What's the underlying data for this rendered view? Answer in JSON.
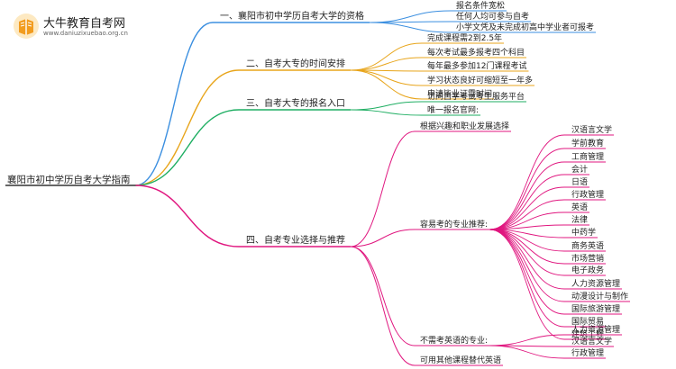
{
  "logo": {
    "title": "大牛教育自考网",
    "url": "www.daniuzixuebao.org.cn"
  },
  "colors": {
    "root_line": "#333333",
    "branch1": "#3b8fe0",
    "branch2": "#e8a51b",
    "branch3": "#1eae62",
    "branch4": "#e0167f"
  },
  "mindmap": {
    "root": "襄阳市初中学历自考大学指南",
    "branches": [
      {
        "label": "一、襄阳市初中学历自考大学的资格",
        "items": [
          "报名条件宽松",
          "任何人均可参与自考",
          "小学文凭及未完成初高中学业者可报考"
        ]
      },
      {
        "label": "二、自考大专的时间安排",
        "items": [
          "完成课程需2到2.5年",
          "每次考试最多报考四个科目",
          "每年最多参加12门课程考试",
          "学习状态良好可缩短至一年多",
          "申请毕业证需时间"
        ]
      },
      {
        "label": "三、自考大专的报名入口",
        "items": [
          "访问自学考试考生服务平台",
          "唯一报名官网:"
        ]
      },
      {
        "label": "四、自考专业选择与推荐",
        "items": [
          {
            "label": "根据兴趣和职业发展选择"
          },
          {
            "label": "容易考的专业推荐:",
            "children": [
              "汉语言文学",
              "学前教育",
              "工商管理",
              "会计",
              "日语",
              "行政管理",
              "英语",
              "法律",
              "中药学",
              "商务英语",
              "市场营销",
              "电子政务",
              "人力资源管理",
              "动漫设计与制作",
              "国际旅游管理",
              "国际贸易",
              "建筑工程"
            ]
          },
          {
            "label": "不需考英语的专业:",
            "children": [
              "人力资源管理",
              "汉语言文学",
              "行政管理"
            ]
          },
          {
            "label": "可用其他课程替代英语"
          }
        ]
      }
    ]
  }
}
